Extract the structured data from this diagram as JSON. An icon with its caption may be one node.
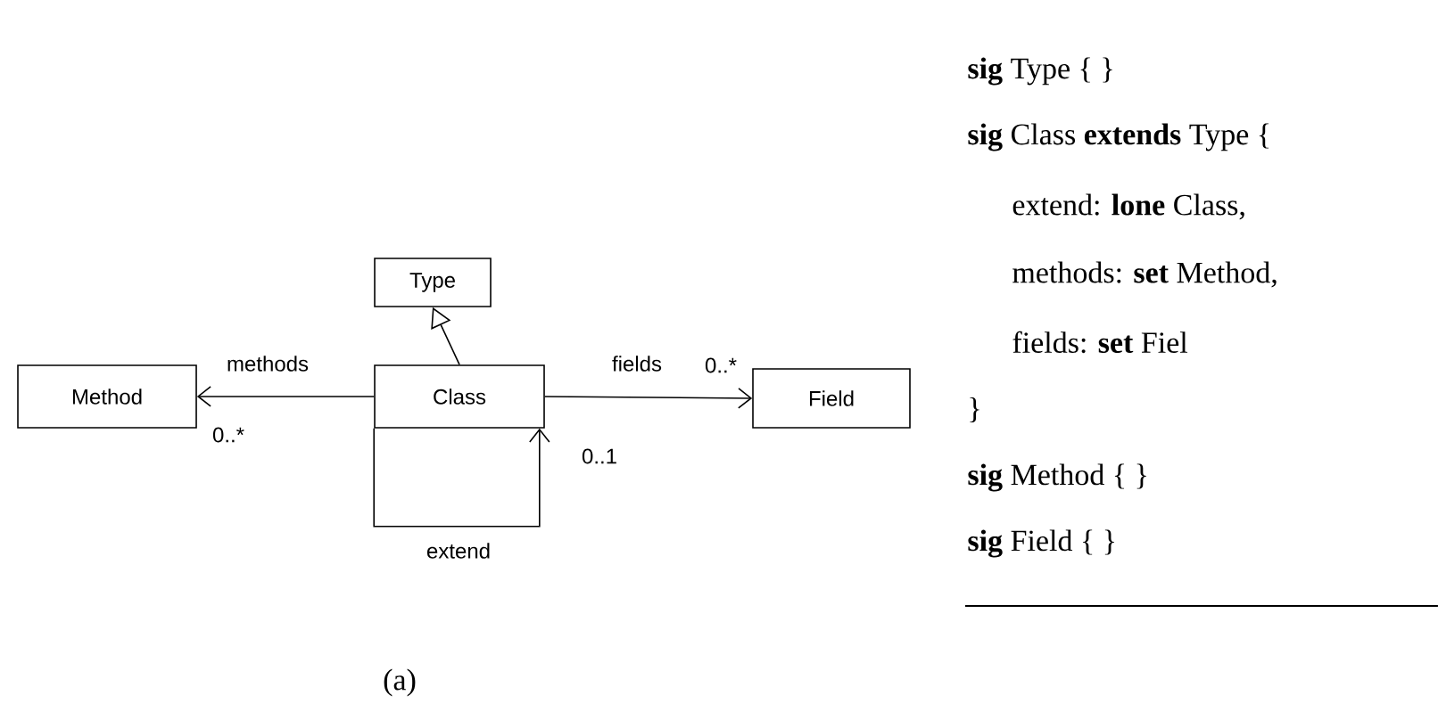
{
  "diagram": {
    "caption": "(a)",
    "nodes": [
      {
        "text": [
          "Type"
        ]
      },
      {
        "text": [
          "Method"
        ]
      },
      {
        "text": [
          "Class"
        ]
      },
      {
        "text": [
          "Field"
        ]
      }
    ],
    "edges": [
      {
        "from": 2,
        "to": 0,
        "arrow": "to"
      },
      {
        "from": 2,
        "to": 1,
        "arrow": "to",
        "label": "methods"
      },
      {
        "from": 2,
        "to": 3,
        "arrow": "to",
        "label": "fields"
      },
      {
        "from": 2,
        "to": 2,
        "arrow": "to",
        "label": "extend"
      }
    ],
    "labels": [
      "0..*",
      "0..*",
      "0..1",
      "**sig** Type { }",
      "**sig** Class **extends** Type {",
      "extend: **lone** Class,",
      "methods: **set** Method,",
      "fields: **set** Fiel",
      "}",
      "**sig** Method { }",
      "**sig** Field { }"
    ]
  }
}
